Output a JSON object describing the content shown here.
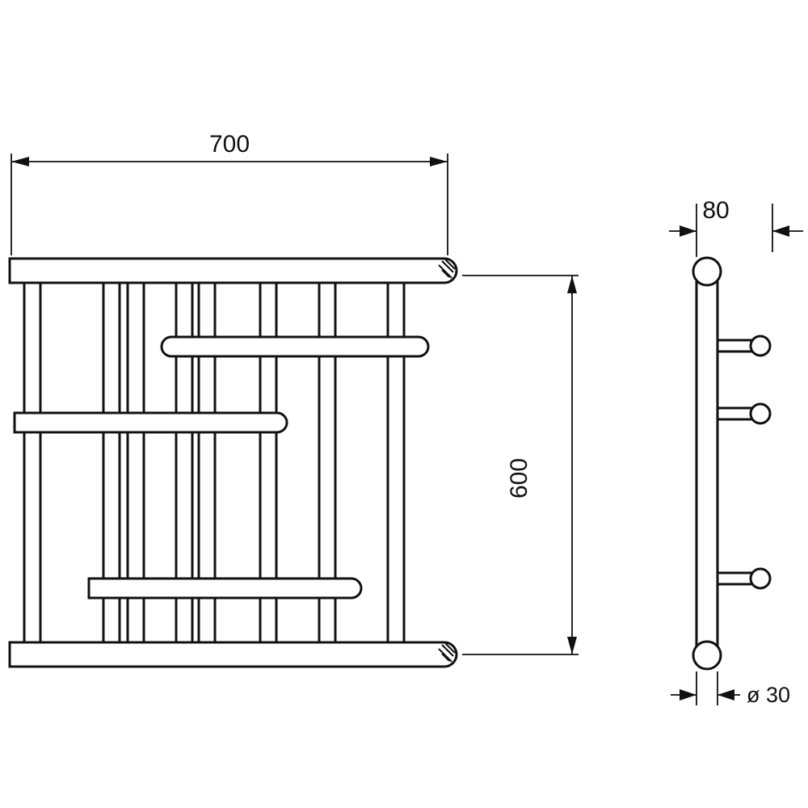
{
  "colors": {
    "line": "#111111",
    "background": "#ffffff"
  },
  "front_view": {
    "width_dimension": "700",
    "height_dimension": "600"
  },
  "side_view": {
    "depth_dimension": "80",
    "diameter_dimension": "ø 30"
  }
}
